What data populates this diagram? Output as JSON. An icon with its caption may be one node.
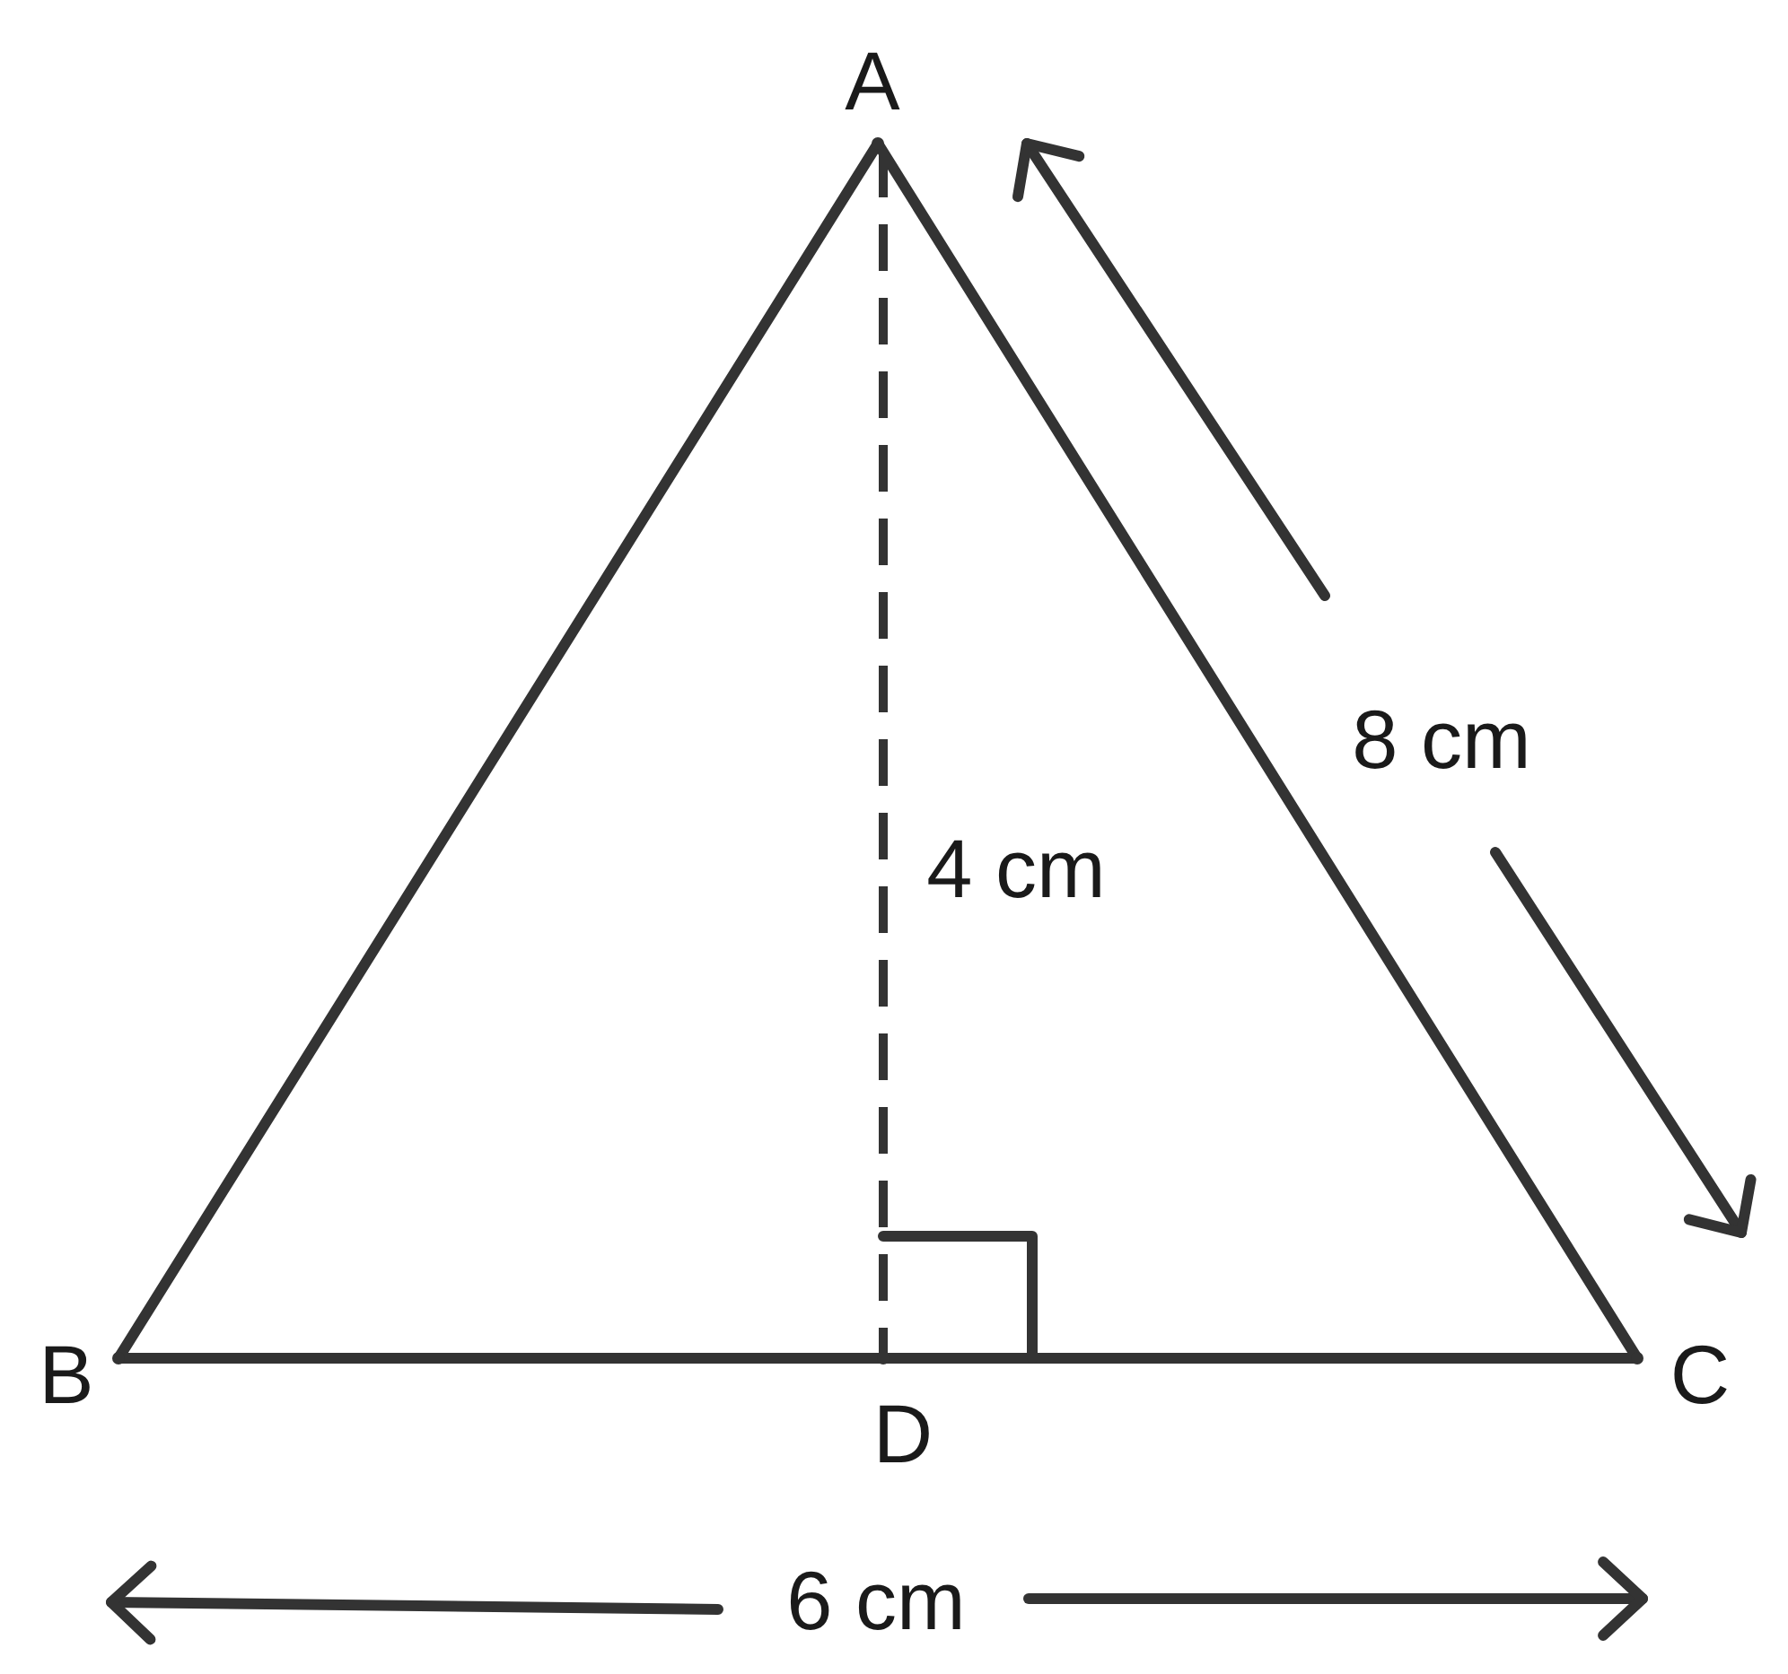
{
  "diagram": {
    "labels": [
      "A",
      "8 cm",
      "4 cm",
      "B",
      "C",
      "D",
      "6 cm"
    ]
  }
}
